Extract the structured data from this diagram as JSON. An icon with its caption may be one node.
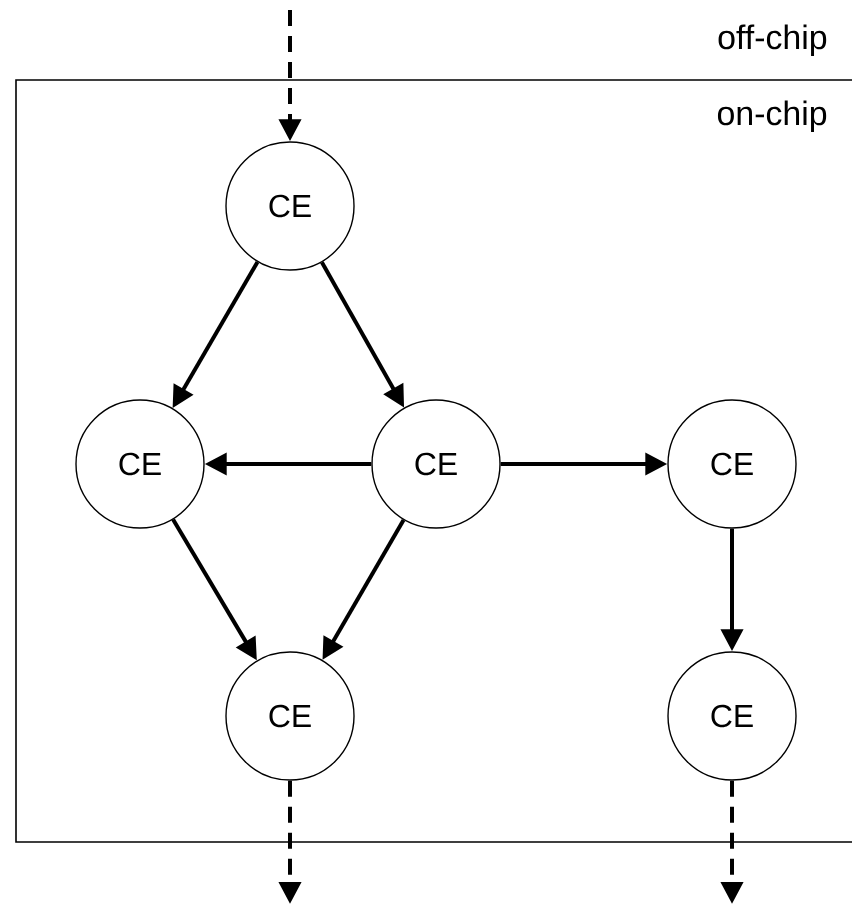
{
  "diagram": {
    "nodes": [
      {
        "text": [
          "on-chip"
        ]
      },
      {
        "text": [
          "CE"
        ],
        "in": 0
      },
      {
        "text": [
          "CE"
        ],
        "in": 0
      },
      {
        "text": [
          "CE"
        ],
        "in": 0
      },
      {
        "text": [
          "CE"
        ],
        "in": 0
      },
      {
        "text": [
          "CE"
        ],
        "in": 0
      },
      {
        "text": [
          "CE"
        ],
        "in": 0
      }
    ],
    "edges": [
      {
        "from": null,
        "to": 1,
        "arrow": "to",
        "style": "dashed"
      },
      {
        "from": 1,
        "to": 2,
        "arrow": "to"
      },
      {
        "from": 1,
        "to": 3,
        "arrow": "to"
      },
      {
        "from": 3,
        "to": 2,
        "arrow": "to"
      },
      {
        "from": 3,
        "to": 4,
        "arrow": "to"
      },
      {
        "from": 2,
        "to": 5,
        "arrow": "to"
      },
      {
        "from": 3,
        "to": 5,
        "arrow": "to"
      },
      {
        "from": 4,
        "to": 6,
        "arrow": "to"
      },
      {
        "from": 5,
        "to": null,
        "arrow": "to",
        "style": "dashed"
      },
      {
        "from": 6,
        "to": null,
        "arrow": "to",
        "style": "dashed"
      }
    ],
    "labels": [
      "off-chip"
    ]
  }
}
